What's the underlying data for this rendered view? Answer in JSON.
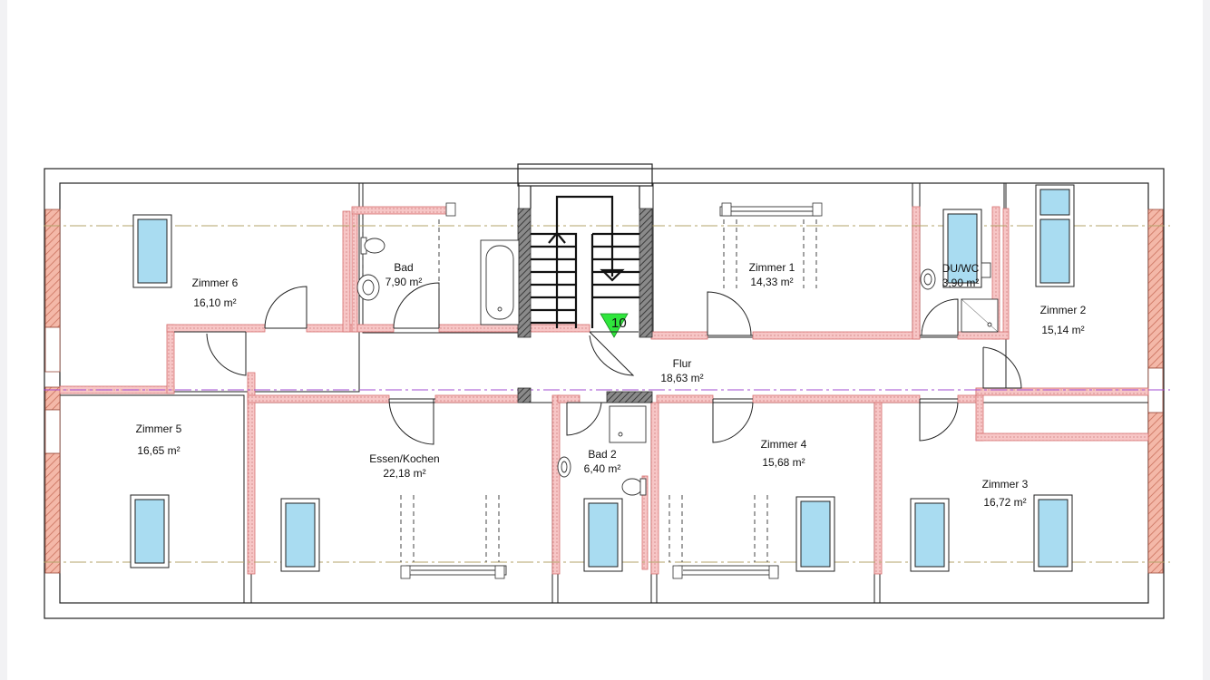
{
  "plan": {
    "type": "floor plan",
    "rooms": [
      {
        "key": "zimmer6",
        "name": "Zimmer 6",
        "area": "16,10 m²"
      },
      {
        "key": "bad",
        "name": "Bad",
        "area": "7,90 m²"
      },
      {
        "key": "zimmer1",
        "name": "Zimmer 1",
        "area": "14,33 m²"
      },
      {
        "key": "duwc",
        "name": "DU/WC",
        "area": "3,90 m²"
      },
      {
        "key": "zimmer2",
        "name": "Zimmer 2",
        "area": "15,14 m²"
      },
      {
        "key": "flur",
        "name": "Flur",
        "area": "18,63 m²"
      },
      {
        "key": "zimmer5",
        "name": "Zimmer 5",
        "area": "16,65 m²"
      },
      {
        "key": "essen",
        "name": "Essen/Kochen",
        "area": "22,18 m²"
      },
      {
        "key": "bad2",
        "name": "Bad 2",
        "area": "6,40 m²"
      },
      {
        "key": "zimmer4",
        "name": "Zimmer 4",
        "area": "15,68 m²"
      },
      {
        "key": "zimmer3",
        "name": "Zimmer 3",
        "area": "16,72 m²"
      }
    ],
    "stair_number": "10",
    "colors": {
      "inner_wall_fill": "#f7c9c9",
      "inner_wall_stroke": "#e07a7a",
      "outer_wall_hatch": "#e08a78",
      "stair_wall": "#555555",
      "skylight_glass": "#a9dcf1",
      "marker_green": "#2fe63c",
      "dash_line_olive": "#b3a36a",
      "dash_line_purple": "#a24bd1"
    }
  }
}
